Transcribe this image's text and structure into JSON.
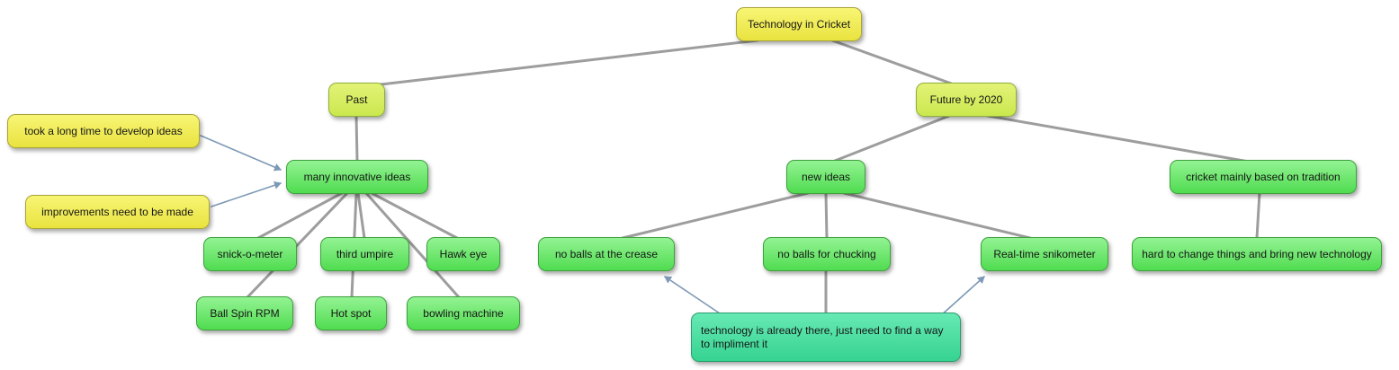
{
  "diagram": {
    "type": "concept-map",
    "colors": {
      "yellow_node": "#efe94f",
      "yellowgreen_node": "#d5ec5f",
      "green_node": "#6ee86e",
      "teal_node": "#4ddfa2",
      "tree_edge": "#8c8c8c",
      "arrow_edge": "#7d99b5",
      "background": "#ffffff"
    },
    "nodes": [
      {
        "id": "root",
        "label": "Technology in Cricket",
        "style": "yellow"
      },
      {
        "id": "past",
        "label": "Past",
        "style": "yellowgreen"
      },
      {
        "id": "future",
        "label": "Future by 2020",
        "style": "yellowgreen"
      },
      {
        "id": "took",
        "label": "took a long time to develop ideas",
        "style": "yellow"
      },
      {
        "id": "improvements",
        "label": "improvements need to be made",
        "style": "yellow"
      },
      {
        "id": "many",
        "label": "many innovative ideas",
        "style": "green"
      },
      {
        "id": "newideas",
        "label": "new ideas",
        "style": "green"
      },
      {
        "id": "tradition",
        "label": "cricket mainly based on tradition",
        "style": "green"
      },
      {
        "id": "snick",
        "label": "snick-o-meter",
        "style": "green"
      },
      {
        "id": "third",
        "label": "third umpire",
        "style": "green"
      },
      {
        "id": "hawk",
        "label": "Hawk eye",
        "style": "green"
      },
      {
        "id": "crease",
        "label": "no balls at the crease",
        "style": "green"
      },
      {
        "id": "chucking",
        "label": "no balls for chucking",
        "style": "green"
      },
      {
        "id": "snikometer",
        "label": "Real-time snikometer",
        "style": "green"
      },
      {
        "id": "hard",
        "label": "hard to change things and bring new technology",
        "style": "green"
      },
      {
        "id": "ballspin",
        "label": "Ball Spin RPM",
        "style": "green"
      },
      {
        "id": "hotspot",
        "label": "Hot spot",
        "style": "green"
      },
      {
        "id": "bowling",
        "label": "bowling machine",
        "style": "green"
      },
      {
        "id": "teal",
        "label": "technology is already there, just need to find a way to impliment it",
        "style": "teal"
      }
    ],
    "edges": [
      {
        "from": "root",
        "to": "past",
        "type": "line"
      },
      {
        "from": "root",
        "to": "future",
        "type": "line"
      },
      {
        "from": "past",
        "to": "many",
        "type": "line"
      },
      {
        "from": "future",
        "to": "newideas",
        "type": "line"
      },
      {
        "from": "future",
        "to": "tradition",
        "type": "line"
      },
      {
        "from": "many",
        "to": "snick",
        "type": "line"
      },
      {
        "from": "many",
        "to": "third",
        "type": "line"
      },
      {
        "from": "many",
        "to": "hawk",
        "type": "line"
      },
      {
        "from": "many",
        "to": "ballspin",
        "type": "line"
      },
      {
        "from": "many",
        "to": "hotspot",
        "type": "line"
      },
      {
        "from": "many",
        "to": "bowling",
        "type": "line"
      },
      {
        "from": "newideas",
        "to": "crease",
        "type": "line"
      },
      {
        "from": "newideas",
        "to": "chucking",
        "type": "line"
      },
      {
        "from": "newideas",
        "to": "snikometer",
        "type": "line"
      },
      {
        "from": "tradition",
        "to": "hard",
        "type": "line"
      },
      {
        "from": "chucking",
        "to": "teal",
        "type": "line"
      },
      {
        "from": "took",
        "to": "many",
        "type": "arrow"
      },
      {
        "from": "improvements",
        "to": "many",
        "type": "arrow"
      },
      {
        "from": "teal",
        "to": "crease",
        "type": "arrow"
      },
      {
        "from": "teal",
        "to": "snikometer",
        "type": "arrow"
      }
    ]
  }
}
